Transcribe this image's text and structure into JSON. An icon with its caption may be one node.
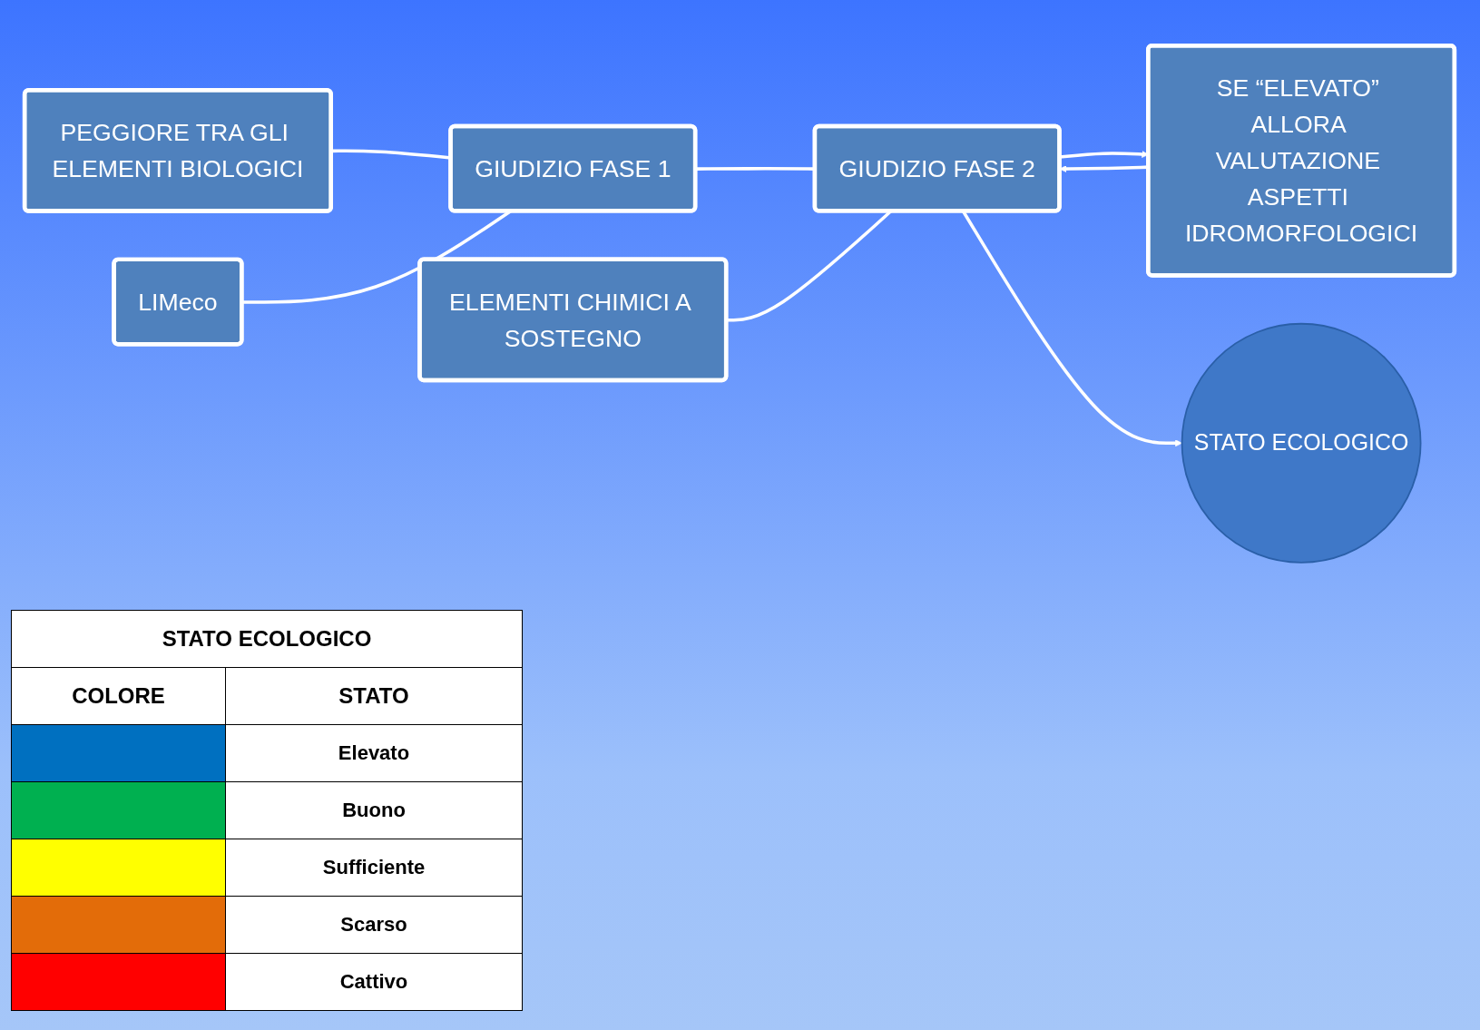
{
  "diagram": {
    "nodes": [
      {
        "text": [
          "PEGGIORE TRA GLI ELEMENTI BIOLOGICI"
        ]
      },
      {
        "text": [
          "LIMeco"
        ]
      },
      {
        "text": [
          "GIUDIZIO FASE 1"
        ]
      },
      {
        "text": [
          "ELEMENTI CHIMICI A SOSTEGNO"
        ]
      },
      {
        "text": [
          "SE “ELEVATO” ALLORA VALUTAZIONE ASPETTI IDROMORFOLOGICI"
        ]
      },
      {
        "text": [
          "GIUDIZIO FASE 2"
        ]
      },
      {
        "text": [
          "STATO ECOLOGICO"
        ]
      }
    ],
    "edges": [
      {
        "from": 0,
        "to": 2,
        "arrow": "none"
      },
      {
        "from": 1,
        "to": 2,
        "arrow": "none"
      },
      {
        "from": 2,
        "to": 5,
        "arrow": "none"
      },
      {
        "from": 3,
        "to": 5,
        "arrow": "none"
      },
      {
        "from": 5,
        "to": 4,
        "arrow": "to"
      },
      {
        "from": 4,
        "to": 5,
        "arrow": "to"
      },
      {
        "from": 5,
        "to": 6,
        "arrow": "to"
      }
    ],
    "labels": [
      "STATO ECOLOGICO",
      "COLORE",
      "STATO"
    ],
    "legend": [
      {
        "text": "Elevato",
        "color": "#0070c0"
      },
      {
        "text": "Buono",
        "color": "#00b050"
      },
      {
        "text": "Sufficiente",
        "color": "#ffff00"
      },
      {
        "text": "Scarso",
        "color": "#e36c09"
      },
      {
        "text": "Cattivo",
        "color": "#ff0000"
      }
    ]
  }
}
